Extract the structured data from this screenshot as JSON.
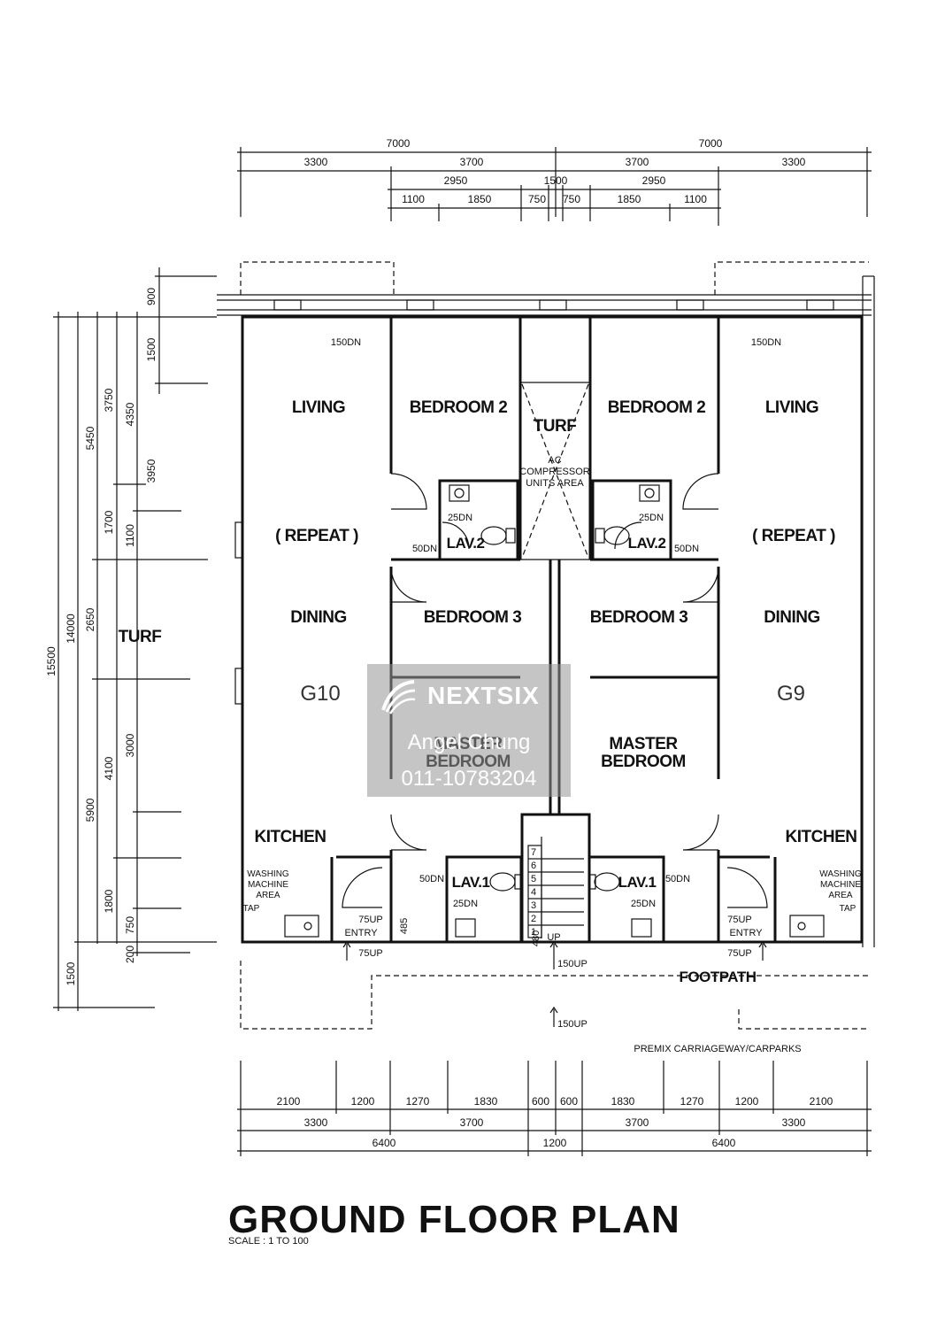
{
  "dimensions": {
    "top_row1": [
      "7000",
      "7000"
    ],
    "top_row2": [
      "3300",
      "3700",
      "3700",
      "3300"
    ],
    "top_row3": [
      "2950",
      "1500",
      "2950"
    ],
    "top_row4": [
      "1100",
      "1850",
      "750",
      "750",
      "1850",
      "1100"
    ],
    "left": [
      "900",
      "1500",
      "3750",
      "4350",
      "5450",
      "3950",
      "1700",
      "1100",
      "14000",
      "15500",
      "2650",
      "4100",
      "3000",
      "5900",
      "1800",
      "750",
      "200",
      "1500"
    ],
    "bottom_row1": [
      "2100",
      "1200",
      "1270",
      "1830",
      "600",
      "600",
      "1830",
      "1270",
      "1200",
      "2100"
    ],
    "bottom_row2": [
      "3300",
      "3700",
      "3700",
      "3300"
    ],
    "bottom_row3": [
      "6400",
      "1200",
      "6400"
    ]
  },
  "rooms": {
    "living": "LIVING",
    "repeat": "( REPEAT )",
    "dining": "DINING",
    "kitchen": "KITCHEN",
    "bedroom2": "BEDROOM 2",
    "bedroom3": "BEDROOM 3",
    "master": "MASTER",
    "master_bedroom": "BEDROOM",
    "turf_center": "TURF",
    "ac": "AC",
    "compressor": "COMPRESSOR",
    "units_area": "UNITS AREA",
    "lav2": "LAV.2",
    "lav1": "LAV.1",
    "washing": "WASHING",
    "machine": "MACHINE",
    "area": "AREA",
    "tap": "TAP",
    "entry": "ENTRY",
    "turf_left": "TURF",
    "footpath": "FOOTPATH",
    "carriageway": "PREMIX CARRIAGEWAY/CARPARKS"
  },
  "levels": {
    "dn150": "150DN",
    "dn25": "25DN",
    "dn50": "50DN",
    "up75": "75UP",
    "up150": "150UP",
    "d485": "485",
    "d480": "480",
    "up": "UP"
  },
  "stair_steps": [
    "7",
    "6",
    "5",
    "4",
    "3",
    "2",
    "1"
  ],
  "units": {
    "left": "G10",
    "right": "G9"
  },
  "title": "GROUND FLOOR PLAN",
  "scale": "SCALE : 1 TO 100",
  "watermark": {
    "brand": "NEXTSIX",
    "name": "Angel Chung",
    "phone": "011-10783204"
  }
}
